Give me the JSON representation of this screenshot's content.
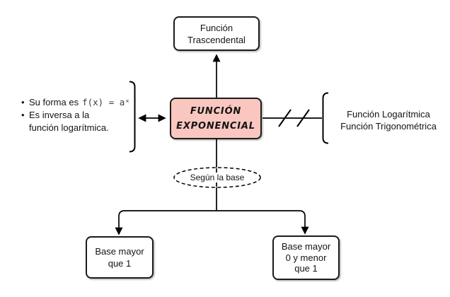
{
  "colors": {
    "node_fill": "#F9C7BF",
    "node_border": "#1c1c1c",
    "line": "#000000",
    "background": "#ffffff"
  },
  "nodes": {
    "trascendental": {
      "lines": [
        "Función",
        "Trascendental"
      ]
    },
    "exponencial": {
      "lines": [
        "FUNCIÓN",
        "EXPONENCIAL"
      ]
    },
    "segun_la_base": {
      "label": "Según la base"
    },
    "base_mayor_1": {
      "lines": [
        "Base mayor",
        "que 1"
      ]
    },
    "base_mayor_0_menor_1": {
      "lines": [
        "Base mayor",
        "0 y menor",
        "que 1"
      ]
    }
  },
  "left_note": {
    "bullet": "•",
    "item1_text": "Su forma es",
    "item1_formula": "f(x) = aˣ",
    "item2_line1": "Es inversa a la",
    "item2_line2": "función logarítmica."
  },
  "right_note": {
    "line1": "Función Logarítmica",
    "line2": "Función Trigonométrica"
  }
}
